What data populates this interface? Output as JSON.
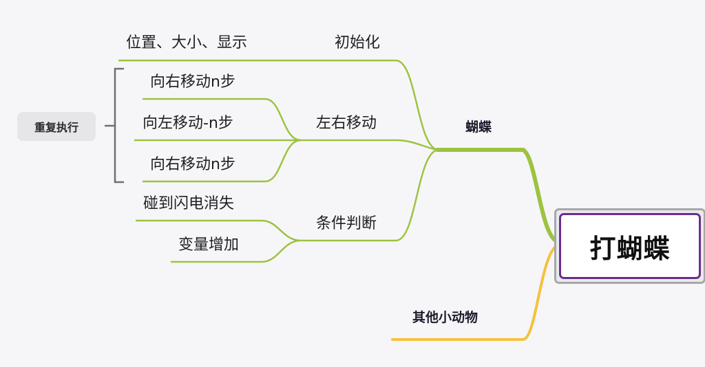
{
  "root": {
    "label": "打蝴蝶"
  },
  "branches": {
    "butterfly": {
      "label": "蝴蝶",
      "children": {
        "init": {
          "label": "初始化",
          "detail": "位置、大小、显示"
        },
        "move": {
          "label": "左右移动",
          "steps": [
            "向右移动n步",
            "向左移动-n步",
            "向右移动n步"
          ]
        },
        "cond": {
          "label": "条件判断",
          "items": [
            "碰到闪电消失",
            "变量增加"
          ]
        }
      }
    },
    "others": {
      "label": "其他小动物"
    }
  },
  "summary": {
    "label": "重复执行"
  },
  "colors": {
    "green": "#9dc33f",
    "yellow": "#f5c13d",
    "root_border": "#6b2d8f",
    "bracket": "#6f6f6f"
  }
}
